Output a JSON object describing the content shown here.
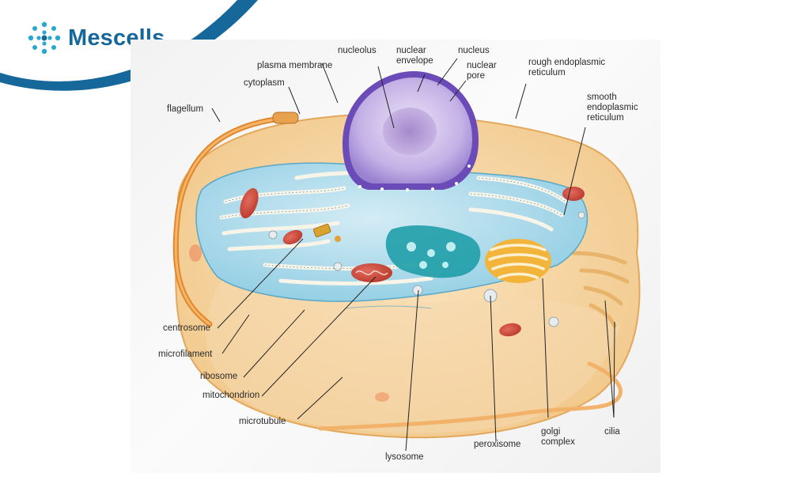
{
  "brand": {
    "name": "Mescells",
    "logo_icon": "cell-cluster-icon",
    "colors": {
      "primary": "#16689b",
      "accent": "#2aa7cf"
    }
  },
  "diagram": {
    "labels": {
      "nucleolus": "nucleolus",
      "nuclear_envelope": "nuclear\nenvelope",
      "nucleus": "nucleus",
      "nuclear_pore": "nuclear\npore",
      "plasma_membrane": "plasma membrane",
      "cytoplasm": "cytoplasm",
      "flagellum": "flagellum",
      "rough_er": "rough endoplasmic\nreticulum",
      "smooth_er": "smooth\nendoplasmic\nreticulum",
      "centrosome": "centrosome",
      "microfilament": "microfilament",
      "ribosome": "ribosome",
      "mitochondrion": "mitochondrion",
      "microtubule": "microtubule",
      "lysosome": "lysosome",
      "peroxisome": "peroxisome",
      "golgi_complex": "golgi\ncomplex",
      "cilia": "cilia"
    }
  }
}
